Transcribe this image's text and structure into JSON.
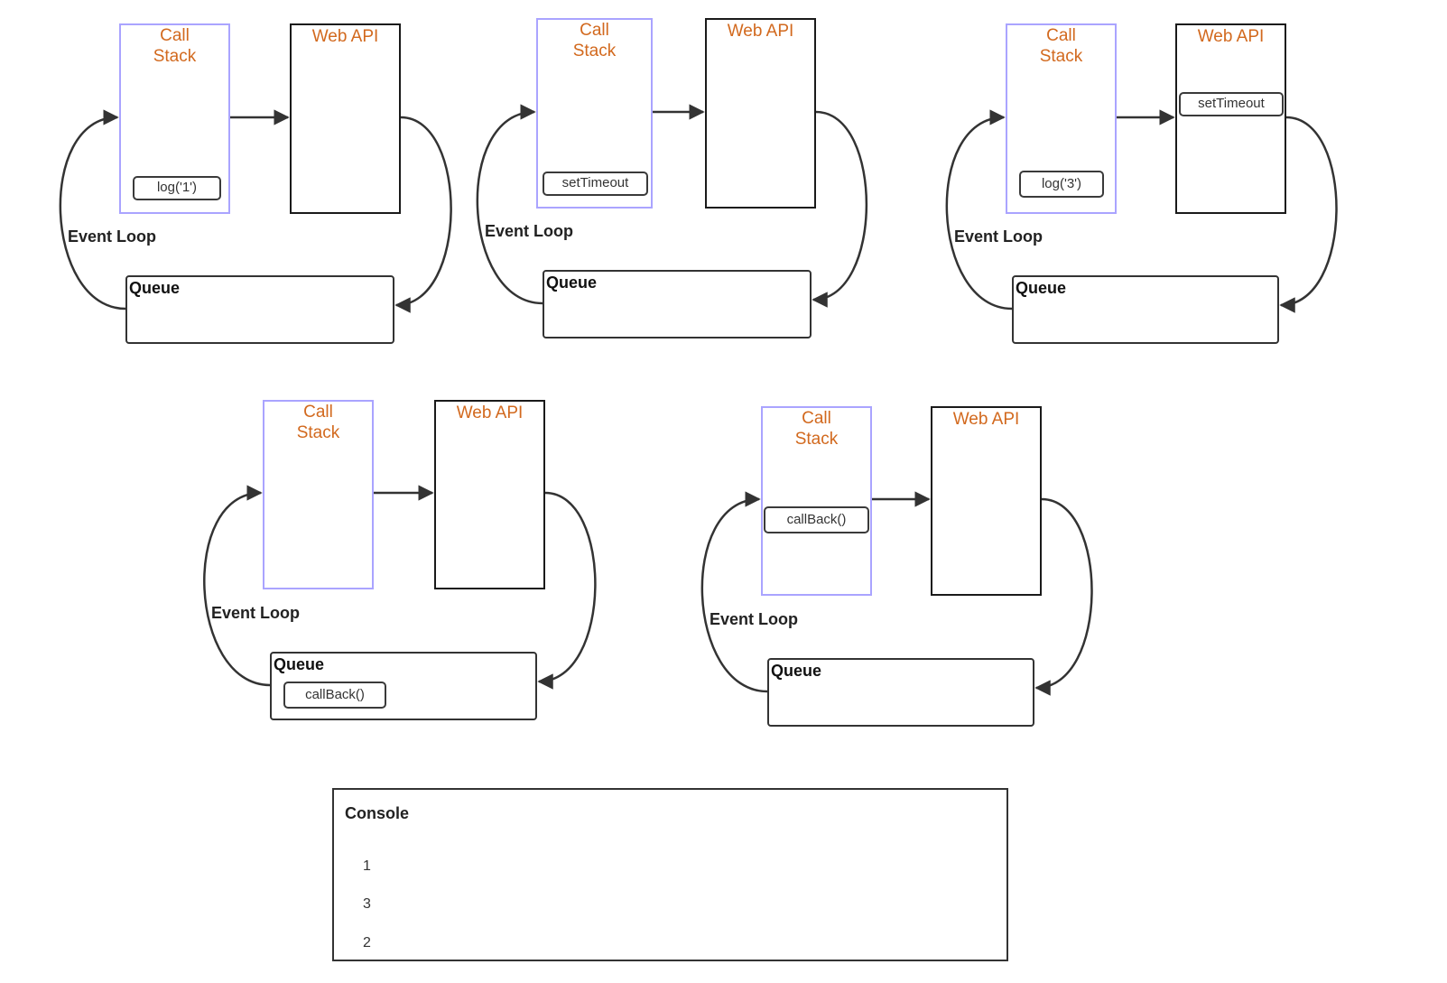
{
  "labels": {
    "call_stack_line1": "Call",
    "call_stack_line2": "Stack",
    "web_api": "Web API",
    "event_loop": "Event Loop",
    "queue": "Queue"
  },
  "panels": [
    {
      "call_stack_item": "log('1')",
      "web_api_item": "",
      "queue_item": ""
    },
    {
      "call_stack_item": "setTimeout",
      "web_api_item": "",
      "queue_item": ""
    },
    {
      "call_stack_item": "log('3')",
      "web_api_item": "setTimeout",
      "queue_item": ""
    },
    {
      "call_stack_item": "",
      "web_api_item": "",
      "queue_item": "callBack()"
    },
    {
      "call_stack_item": "callBack()",
      "web_api_item": "",
      "queue_item": ""
    }
  ],
  "console": {
    "title": "Console",
    "lines": [
      "1",
      "3",
      "2"
    ]
  },
  "colors": {
    "call_stack_border": "#aaa4ff",
    "title_accent": "#d2691e",
    "stroke": "#333333"
  }
}
